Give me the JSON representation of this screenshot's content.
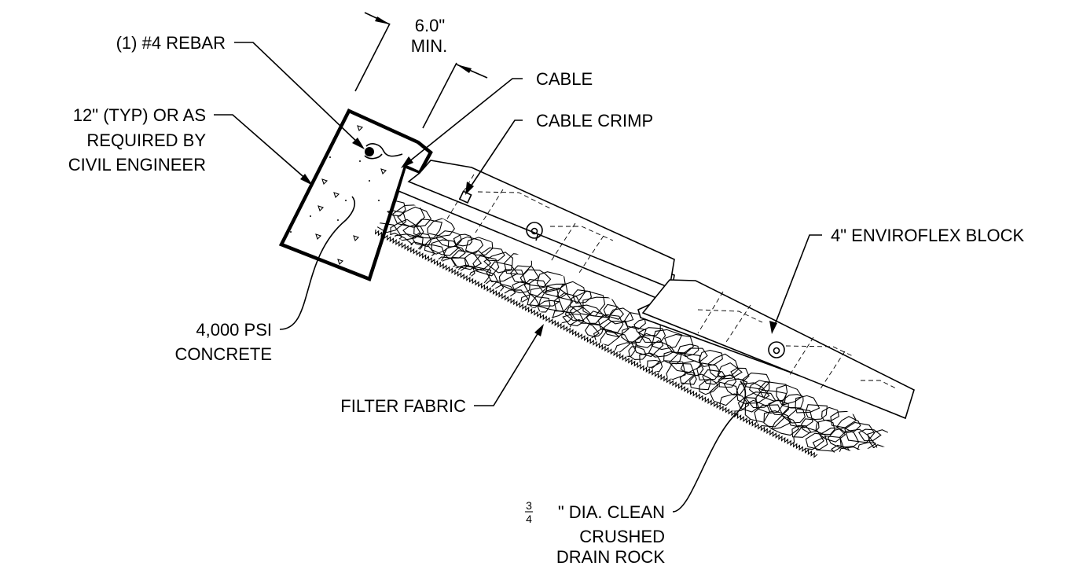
{
  "labels": {
    "rebar": "(1) #4 REBAR",
    "dim_line1": "6.0\"",
    "dim_line2": "MIN.",
    "cable": "CABLE",
    "cable_crimp": "CABLE CRIMP",
    "toe_line1": "12\" (TYP) OR AS",
    "toe_line2": "REQUIRED BY",
    "toe_line3": "CIVIL ENGINEER",
    "block": "4\" ENVIROFLEX BLOCK",
    "concrete_line1": "4,000 PSI",
    "concrete_line2": "CONCRETE",
    "fabric": "FILTER FABRIC",
    "rock_frac_num": "3",
    "rock_frac_den": "4",
    "rock_line1": "\" DIA. CLEAN",
    "rock_line2": "CRUSHED",
    "rock_line3": "DRAIN ROCK"
  }
}
